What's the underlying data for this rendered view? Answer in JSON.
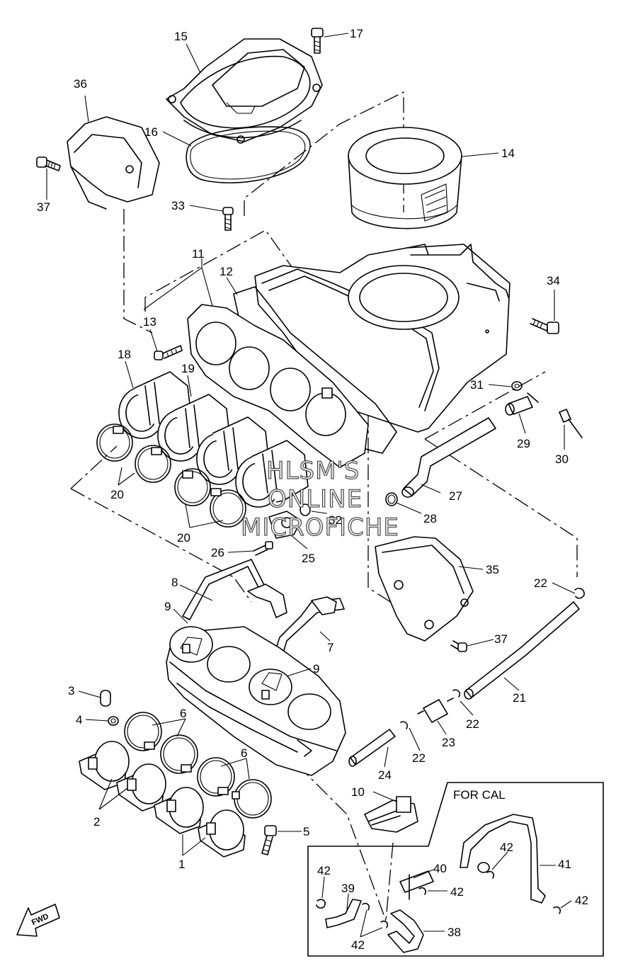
{
  "diagram": {
    "inset_label": "FOR CAL",
    "fwd_label": "FWD",
    "watermark": [
      "HLSM'S",
      "ONLINE",
      "MICROFICHE"
    ],
    "callouts": [
      {
        "id": "c15",
        "text": "15"
      },
      {
        "id": "c17",
        "text": "17"
      },
      {
        "id": "c36",
        "text": "36"
      },
      {
        "id": "c16",
        "text": "16"
      },
      {
        "id": "c14",
        "text": "14"
      },
      {
        "id": "c37a",
        "text": "37"
      },
      {
        "id": "c33",
        "text": "33"
      },
      {
        "id": "c11",
        "text": "11"
      },
      {
        "id": "c12",
        "text": "12"
      },
      {
        "id": "c34",
        "text": "34"
      },
      {
        "id": "c13",
        "text": "13"
      },
      {
        "id": "c18",
        "text": "18"
      },
      {
        "id": "c19",
        "text": "19"
      },
      {
        "id": "c31",
        "text": "31"
      },
      {
        "id": "c29",
        "text": "29"
      },
      {
        "id": "c30",
        "text": "30"
      },
      {
        "id": "c20a",
        "text": "20"
      },
      {
        "id": "c27",
        "text": "27"
      },
      {
        "id": "c28",
        "text": "28"
      },
      {
        "id": "c32",
        "text": "32"
      },
      {
        "id": "c20b",
        "text": "20"
      },
      {
        "id": "c26",
        "text": "26"
      },
      {
        "id": "c25",
        "text": "25"
      },
      {
        "id": "c35",
        "text": "35"
      },
      {
        "id": "c8",
        "text": "8"
      },
      {
        "id": "c22a",
        "text": "22"
      },
      {
        "id": "c9a",
        "text": "9"
      },
      {
        "id": "c7",
        "text": "7"
      },
      {
        "id": "c37b",
        "text": "37"
      },
      {
        "id": "c9b",
        "text": "9"
      },
      {
        "id": "c3",
        "text": "3"
      },
      {
        "id": "c21",
        "text": "21"
      },
      {
        "id": "c4",
        "text": "4"
      },
      {
        "id": "c6a",
        "text": "6"
      },
      {
        "id": "c22b",
        "text": "22"
      },
      {
        "id": "c23",
        "text": "23"
      },
      {
        "id": "c6b",
        "text": "6"
      },
      {
        "id": "c22c",
        "text": "22"
      },
      {
        "id": "c24",
        "text": "24"
      },
      {
        "id": "c2",
        "text": "2"
      },
      {
        "id": "c10",
        "text": "10"
      },
      {
        "id": "c5",
        "text": "5"
      },
      {
        "id": "c1",
        "text": "1"
      },
      {
        "id": "c42a",
        "text": "42"
      },
      {
        "id": "c41",
        "text": "41"
      },
      {
        "id": "c40",
        "text": "40"
      },
      {
        "id": "c42b",
        "text": "42"
      },
      {
        "id": "c42c",
        "text": "42"
      },
      {
        "id": "c39",
        "text": "39"
      },
      {
        "id": "c42d",
        "text": "42"
      },
      {
        "id": "c38",
        "text": "38"
      },
      {
        "id": "c42e",
        "text": "42"
      }
    ]
  }
}
